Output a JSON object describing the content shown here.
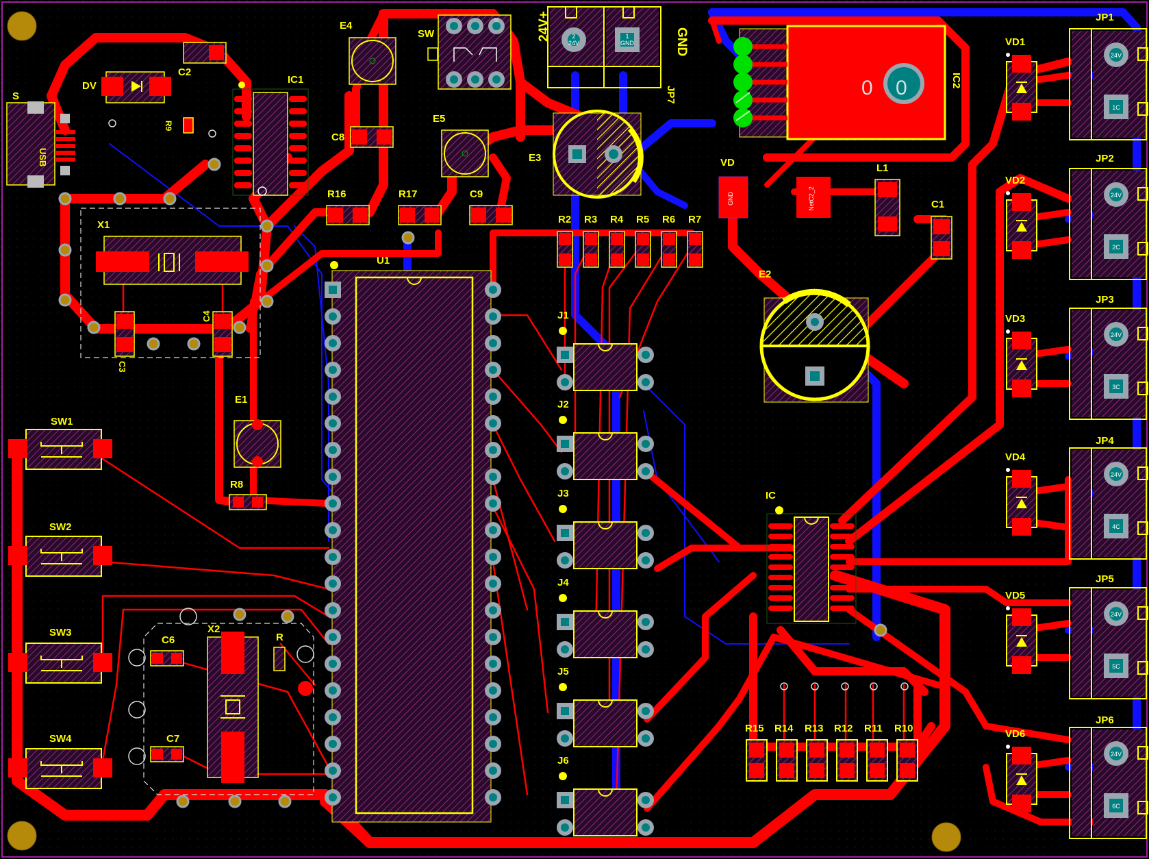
{
  "board": {
    "background": "#000000",
    "colors": {
      "top_copper": "#ff0000",
      "bottom_copper": "#1010ff",
      "silkscreen": "#ffff00",
      "pad_ring": "#9aa6b0",
      "pad_hole": "#008080",
      "overlay_hatch": "#7a1a6a",
      "mounting_hole": "#b58a0a",
      "led_green": "#00e000",
      "outline": "#a020a0"
    }
  },
  "labels": {
    "S": "S",
    "USB": "USB",
    "DV": "DV",
    "C2": "C2",
    "R9": "R9",
    "IC1": "IC1",
    "E4": "E4",
    "SW": "SW",
    "V24": "24V+",
    "GND": "GND",
    "JP7": "JP7",
    "IC2": "IC2",
    "ic2_left": "0",
    "ic2_right": "0",
    "C8": "C8",
    "E5": "E5",
    "E3": "E3",
    "VD": "VD",
    "L1": "L1",
    "C1": "C1",
    "R16": "R16",
    "R17": "R17",
    "C9": "C9",
    "X1": "X1",
    "C4": "C4",
    "C3": "C3",
    "U1": "U1",
    "R2": "R2",
    "R3": "R3",
    "R4": "R4",
    "R5": "R5",
    "R6": "R6",
    "R7": "R7",
    "E2": "E2",
    "J1": "J1",
    "J2": "J2",
    "J3": "J3",
    "J4": "J4",
    "J5": "J5",
    "J6": "J6",
    "E1": "E1",
    "R8": "R8",
    "IC": "IC",
    "SW1": "SW1",
    "SW2": "SW2",
    "SW3": "SW3",
    "SW4": "SW4",
    "C6": "C6",
    "X2": "X2",
    "R": "R",
    "C7": "C7",
    "R15": "R15",
    "R14": "R14",
    "R13": "R13",
    "R12": "R12",
    "R11": "R11",
    "R10": "R10",
    "VD1": "VD1",
    "VD2": "VD2",
    "VD3": "VD3",
    "VD4": "VD4",
    "VD5": "VD5",
    "VD6": "VD6",
    "JP1": "JP1",
    "JP2": "JP2",
    "JP3": "JP3",
    "JP4": "JP4",
    "JP5": "JP5",
    "JP6": "JP6",
    "pad_24v": "24V",
    "pad_gnd": "GND",
    "pad_netc2": "NetC2_2",
    "pad_1": "1",
    "pad_2": "2",
    "jp_pad1": [
      "1C",
      "2C",
      "3C",
      "4C",
      "5C",
      "6C"
    ]
  }
}
